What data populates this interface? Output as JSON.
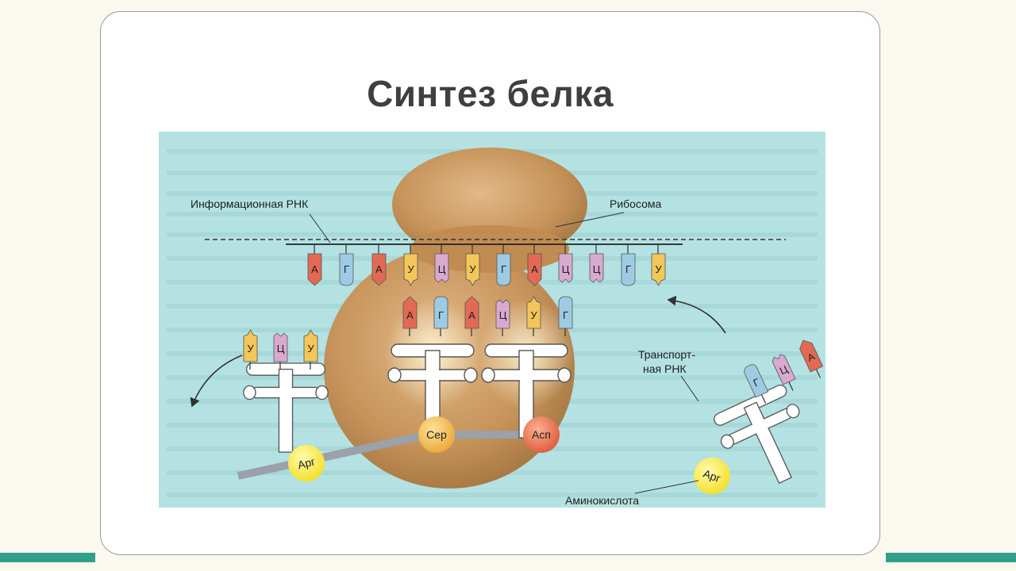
{
  "title": "Синтез белка",
  "labels": {
    "mrna": "Информационная РНК",
    "ribosome": "Рибосома",
    "trna_line1": "Транспорт-",
    "trna_line2": "ная РНК",
    "amino_acid": "Аминокислота"
  },
  "mrna_codons": [
    "А",
    "Г",
    "А",
    "У",
    "Ц",
    "У",
    "Г",
    "А",
    "Ц",
    "Ц",
    "Г",
    "У"
  ],
  "anticodons_left": [
    "А",
    "Г",
    "А"
  ],
  "anticodons_middle": [
    "Ц",
    "У",
    "Г"
  ],
  "trna_out_anticodon": [
    "У",
    "Ц",
    "У"
  ],
  "trna_in_anticodon": [
    "Г",
    "Ц",
    "А"
  ],
  "amino_acids": {
    "ser": "Сер",
    "asp": "Асп",
    "arg_chain": "Арг",
    "arg_incoming": "Арг"
  },
  "colors": {
    "background": "#b4e2e2",
    "ribosome": "#c6935a",
    "base_red": "#e26a55",
    "base_blue": "#9ecbe4",
    "base_yellow": "#f3c65a",
    "base_purple": "#d9a9d1",
    "amino_yellow": "#f9ea3c",
    "amino_orange": "#f0b445",
    "amino_red": "#e9704e",
    "chain": "#9aa1a8"
  }
}
